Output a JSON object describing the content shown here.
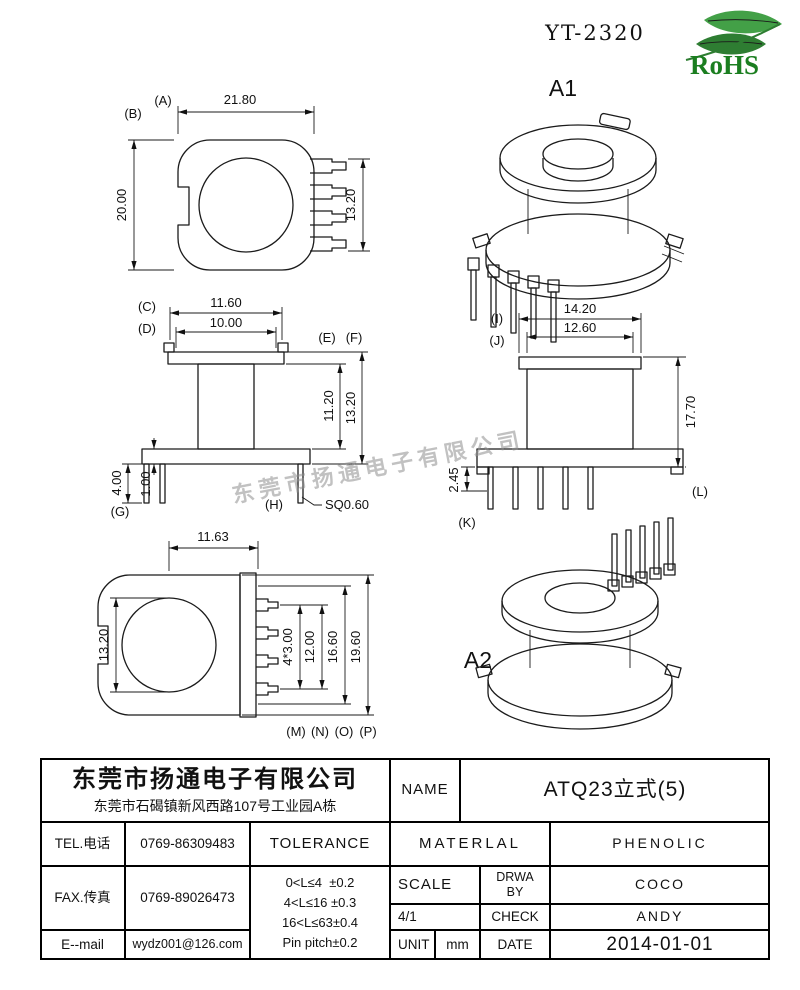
{
  "header": {
    "part_number": "YT-2320",
    "rohs_label": "RoHS"
  },
  "watermark": "东莞市扬通电子有限公司",
  "views": {
    "front": {
      "label_a": "(A)",
      "label_b": "(B)",
      "dim_width": "21.80",
      "dim_height": "20.00",
      "dim_pin_span": "13.20"
    },
    "iso_top": {
      "label": "A1"
    },
    "elevation": {
      "label_c": "(C)",
      "label_d": "(D)",
      "label_e": "(E)",
      "label_f": "(F)",
      "label_g": "(G)",
      "label_h": "(H)",
      "dim_flange_w": "11.60",
      "dim_window_w": "10.00",
      "dim_window_h": "11.20",
      "dim_overall_h": "13.20",
      "dim_pin_len": "4.00",
      "dim_flange_t": "1.00",
      "pin_section": "SQ0.60"
    },
    "side": {
      "label_i": "(I)",
      "label_j": "(J)",
      "label_k": "(K)",
      "label_l": "(L)",
      "dim_flange_w": "14.20",
      "dim_window_w": "12.60",
      "dim_overall_h": "17.70",
      "dim_pin_offset": "2.45"
    },
    "rear": {
      "label_m": "(M)",
      "label_n": "(N)",
      "label_o": "(O)",
      "label_p": "(P)",
      "dim_top": "11.63",
      "dim_left": "13.20",
      "dim_pin_pitch": "4*3.00",
      "dim_pin_span": "12.00",
      "dim_body": "16.60",
      "dim_overall": "19.60"
    },
    "iso_bottom": {
      "label": "A2"
    }
  },
  "title_block": {
    "company": "东莞市扬通电子有限公司",
    "address": "东莞市石碣镇新风西路107号工业园A栋",
    "name_label": "NAME",
    "part_name": "ATQ23立式(5)",
    "tel_label": "TEL.电话",
    "tel": "0769-86309483",
    "tolerance_label": "TOLERANCE",
    "material_label": "MATERLAL",
    "material": "PHENOLIC",
    "fax_label": "FAX.传真",
    "fax": "0769-89026473",
    "tolerance_rows": [
      "0<L≤4  ±0.2",
      "4<L≤16 ±0.3",
      "16<L≤63±0.4",
      "Pin pitch±0.2"
    ],
    "scale_label": "SCALE",
    "scale": "4/1",
    "drwa_by_lines": [
      "DRWA",
      "BY"
    ],
    "drawn_by": "COCO",
    "check_label": "CHECK",
    "checked_by": "ANDY",
    "email_label": "E--mail",
    "email": "wydz001@126.com",
    "unit_label": "UNIT",
    "unit": "mm",
    "date_label": "DATE",
    "date": "2014-01-01"
  }
}
